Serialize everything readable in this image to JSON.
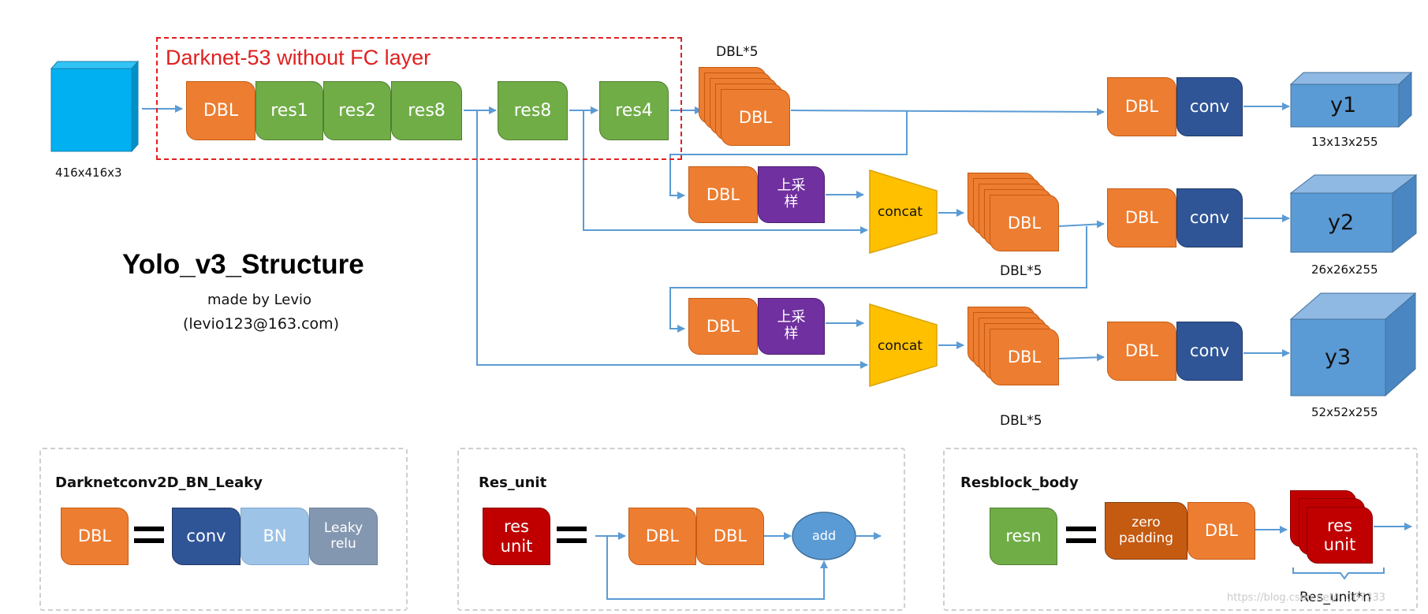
{
  "input": {
    "size": "416x416x3"
  },
  "backbone": {
    "title": "Darknet-53 without FC layer",
    "dbl": "DBL",
    "res1": "res1",
    "res2": "res2",
    "res8_a": "res8",
    "res8_b": "res8",
    "res4": "res4"
  },
  "branch1": {
    "stack_label": "DBL*5",
    "stack_block": "DBL",
    "dbl": "DBL",
    "conv": "conv",
    "output": "y1",
    "output_size": "13x13x255"
  },
  "branch2": {
    "dbl": "DBL",
    "upsample": "上采\n样",
    "concat": "concat",
    "stack_block": "DBL",
    "stack_label": "DBL*5",
    "dbl_out": "DBL",
    "conv": "conv",
    "output": "y2",
    "output_size": "26x26x255"
  },
  "branch3": {
    "dbl": "DBL",
    "upsample": "上采\n样",
    "concat": "concat",
    "stack_block": "DBL",
    "stack_label": "DBL*5",
    "dbl_out": "DBL",
    "conv": "conv",
    "output": "y3",
    "output_size": "52x52x255"
  },
  "header": {
    "title": "Yolo_v3_Structure",
    "author": "made by Levio",
    "email": "(levio123@163.com)"
  },
  "legend_dbl": {
    "title": "Darknetconv2D_BN_Leaky",
    "dbl": "DBL",
    "conv": "conv",
    "bn": "BN",
    "leaky": "Leaky\nrelu"
  },
  "legend_res": {
    "title": "Res_unit",
    "res_unit": "res\nunit",
    "dbl1": "DBL",
    "dbl2": "DBL",
    "add": "add"
  },
  "legend_resblock": {
    "title": "Resblock_body",
    "resn": "resn",
    "zero_padding": "zero\npadding",
    "dbl": "DBL",
    "res_unit": "res\nunit",
    "res_unit_n": "Res_unit*n"
  },
  "watermark": "https://blog.csdn.net/...007333",
  "colors": {
    "orange": "#ED7D31",
    "green": "#70AD47",
    "navy": "#2F5597",
    "purple": "#7030A0",
    "concat": "#FFC000",
    "output": "#5B9BD5",
    "input": "#00B0F0",
    "arrow": "#5B9BD5",
    "darknet_border": "#E02020"
  }
}
